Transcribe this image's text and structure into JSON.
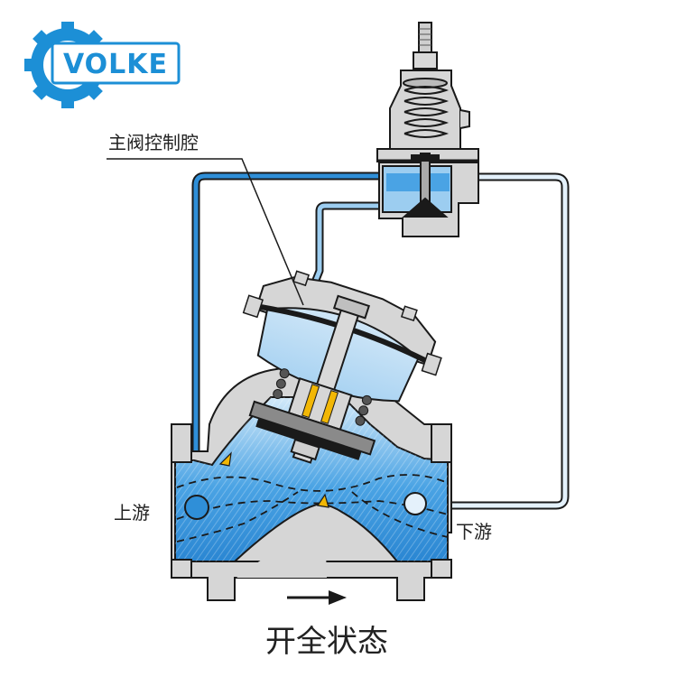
{
  "logo": {
    "text": "VOLKE",
    "color": "#1c8fd6"
  },
  "labels": {
    "control_chamber": "主阀控制腔",
    "upstream": "上游",
    "downstream": "下游",
    "state": "开全状态"
  },
  "colors": {
    "water_dark": "#2f8fd8",
    "water_light": "#cfe6f7",
    "metal": "#d6d6d6",
    "outline": "#1a1a1a",
    "indicator": "#f2b705"
  },
  "icons": [
    "gear-logo-icon",
    "arrow-right-icon"
  ]
}
